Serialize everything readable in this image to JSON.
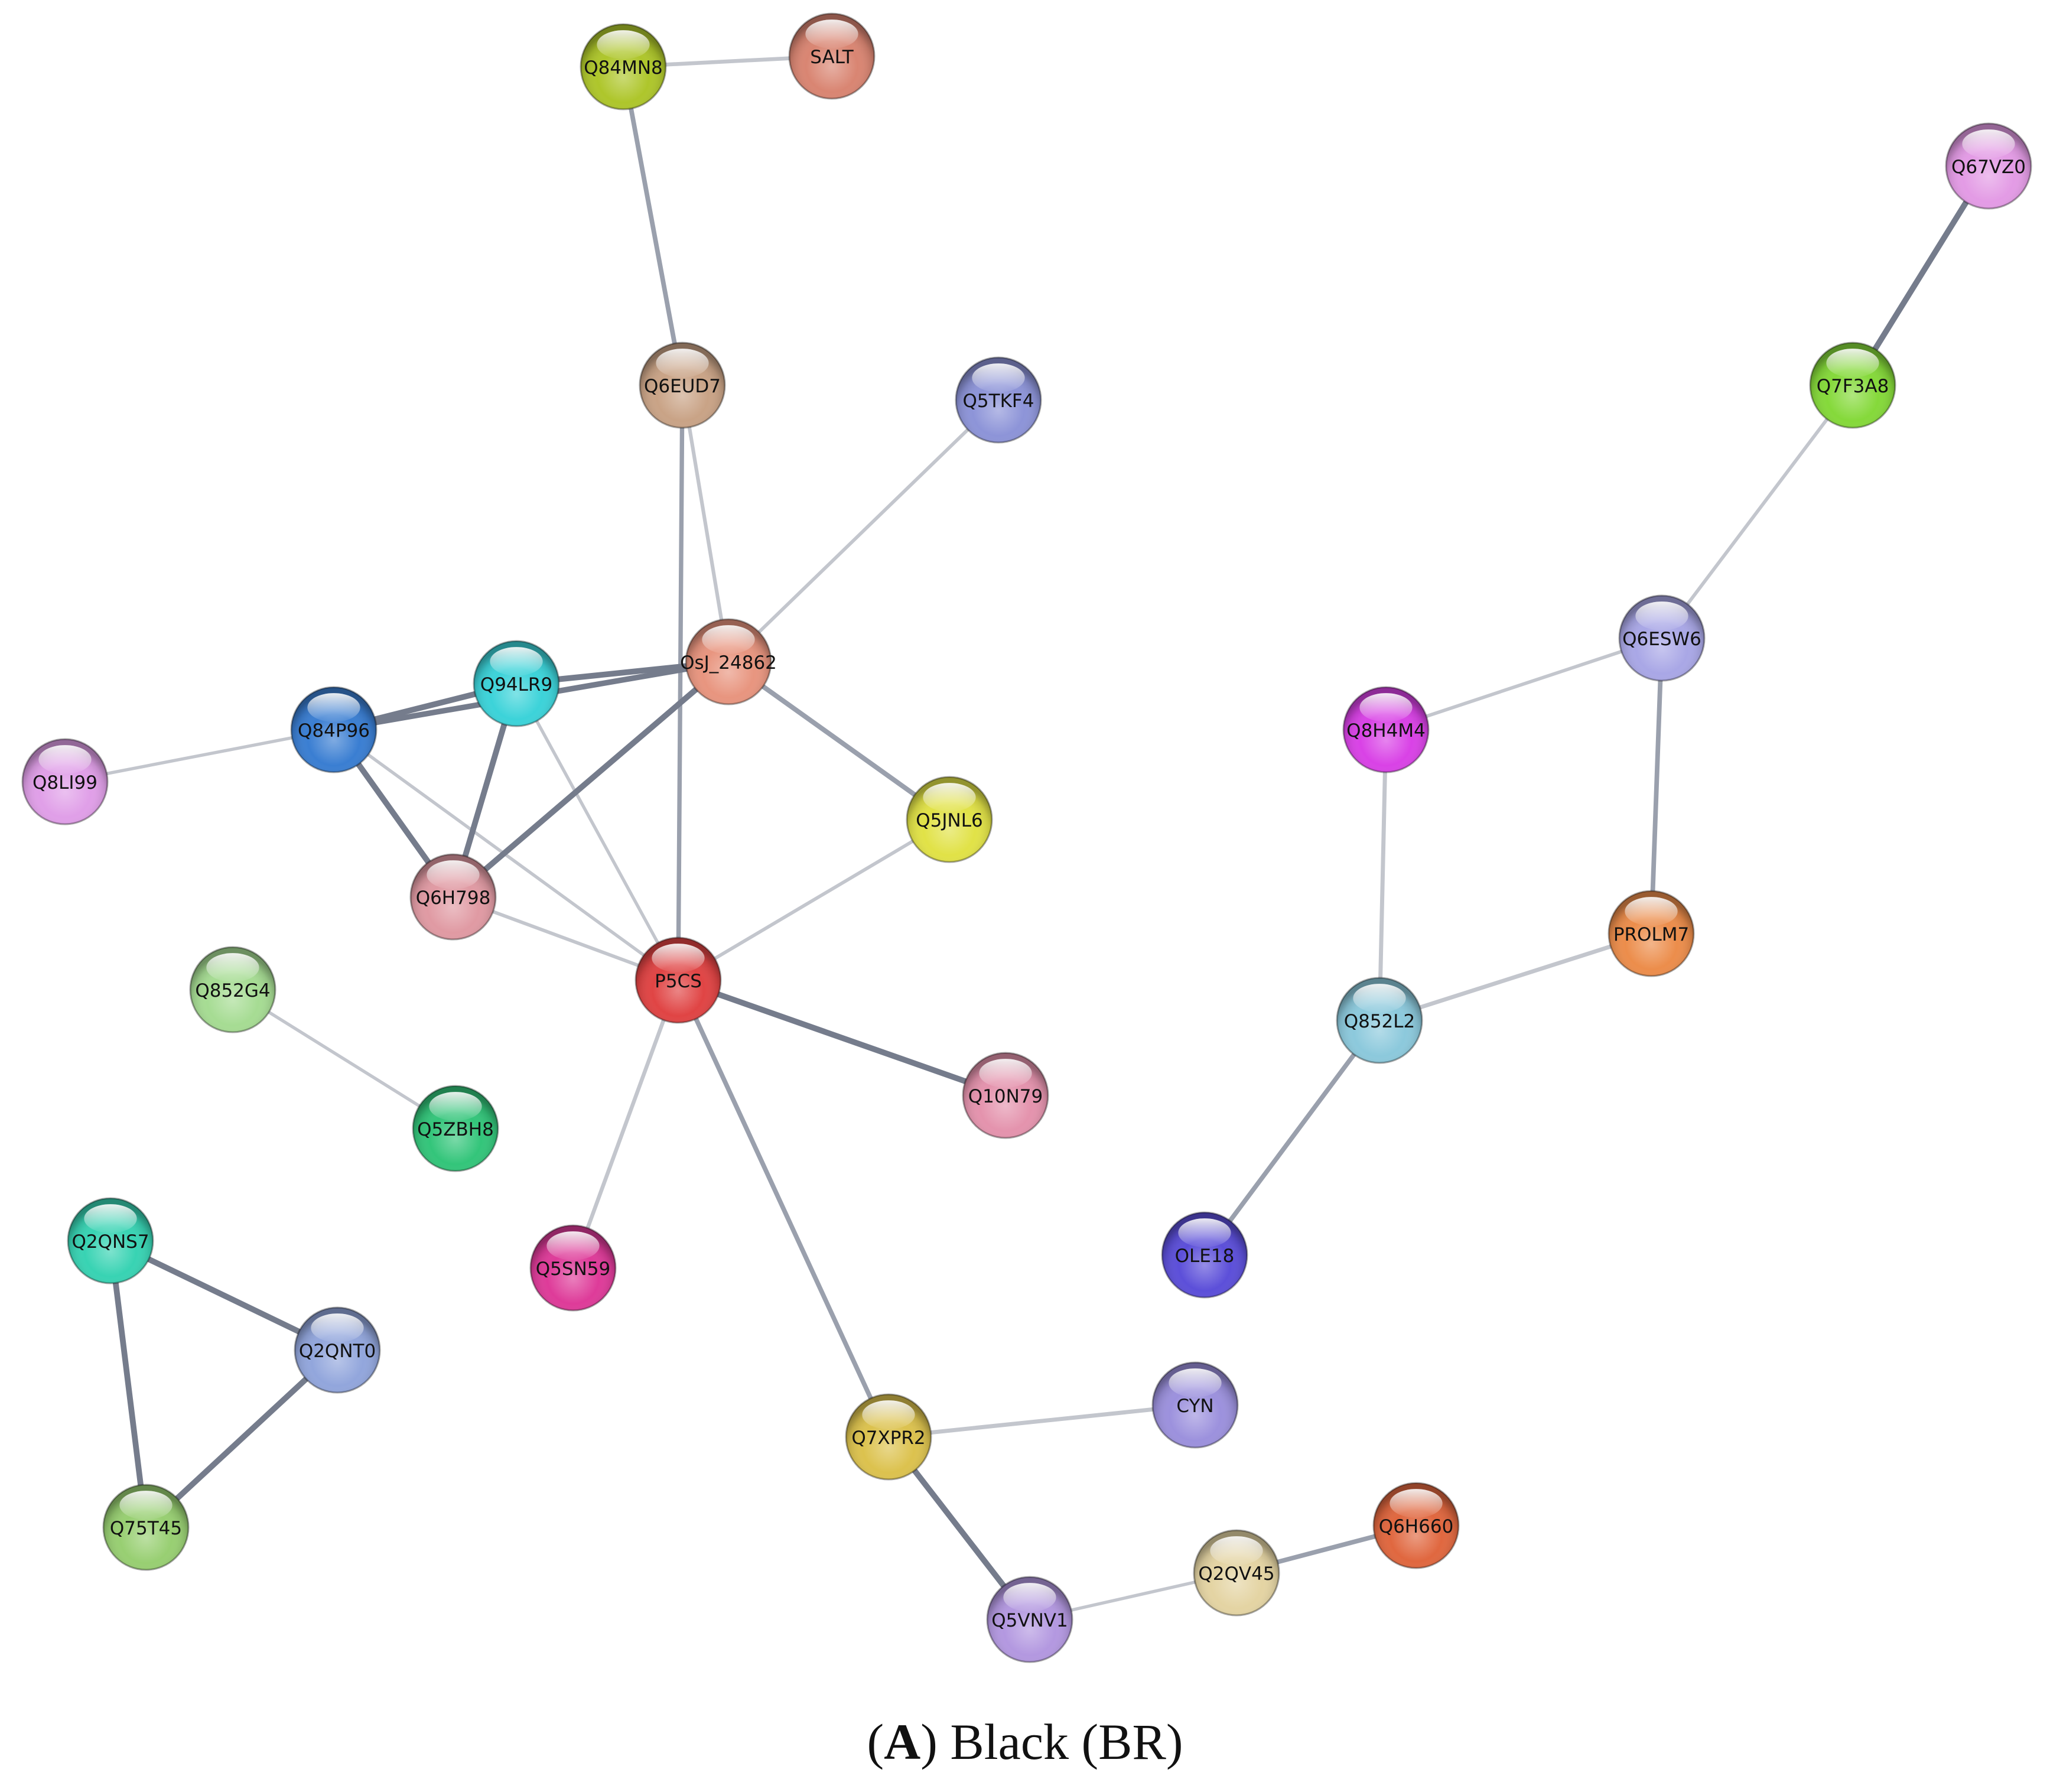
{
  "network": {
    "nodes": [
      {
        "id": "SALT",
        "color": "#d98572"
      },
      {
        "id": "Q84MN8",
        "color": "#aec62b"
      },
      {
        "id": "Q67VZ0",
        "color": "#e39be5"
      },
      {
        "id": "Q7F3A8",
        "color": "#85d93a"
      },
      {
        "id": "Q6EUD7",
        "color": "#c9a386"
      },
      {
        "id": "Q5TKF4",
        "color": "#8d94d8"
      },
      {
        "id": "OsJ_24862",
        "color": "#e8957f"
      },
      {
        "id": "Q94LR9",
        "color": "#3cd3d9"
      },
      {
        "id": "Q84P96",
        "color": "#3a7ed2"
      },
      {
        "id": "Q8LI99",
        "color": "#e09fe8"
      },
      {
        "id": "Q6H798",
        "color": "#e09aa3"
      },
      {
        "id": "Q5JNL6",
        "color": "#e1e247"
      },
      {
        "id": "Q6ESW6",
        "color": "#a9a7e6"
      },
      {
        "id": "Q8H4M4",
        "color": "#d942e6"
      },
      {
        "id": "PROLM7",
        "color": "#ec8d4b"
      },
      {
        "id": "Q852L2",
        "color": "#8cc9dc"
      },
      {
        "id": "P5CS",
        "color": "#e04444"
      },
      {
        "id": "Q852G4",
        "color": "#a6dc93"
      },
      {
        "id": "Q10N79",
        "color": "#e493ad"
      },
      {
        "id": "Q5ZBH8",
        "color": "#33c57a"
      },
      {
        "id": "OLE18",
        "color": "#5c4fd9"
      },
      {
        "id": "Q2QNS7",
        "color": "#38d3b3"
      },
      {
        "id": "Q5SN59",
        "color": "#de3b99"
      },
      {
        "id": "Q2QNT0",
        "color": "#92a6dc"
      },
      {
        "id": "CYN",
        "color": "#9c91dd"
      },
      {
        "id": "Q7XPR2",
        "color": "#dcc24e"
      },
      {
        "id": "Q75T45",
        "color": "#98cf72"
      },
      {
        "id": "Q6H660",
        "color": "#e0673f"
      },
      {
        "id": "Q2QV45",
        "color": "#e4d4a3"
      },
      {
        "id": "Q5VNV1",
        "color": "#b398e0"
      }
    ],
    "edges": [
      {
        "source": "Q84MN8",
        "target": "SALT",
        "weight": 0.45
      },
      {
        "source": "Q84MN8",
        "target": "Q6EUD7",
        "weight": 0.6
      },
      {
        "source": "Q6EUD7",
        "target": "OsJ_24862",
        "weight": 0.4
      },
      {
        "source": "Q6EUD7",
        "target": "P5CS",
        "weight": 0.55
      },
      {
        "source": "Q5TKF4",
        "target": "OsJ_24862",
        "weight": 0.35
      },
      {
        "source": "Q94LR9",
        "target": "OsJ_24862",
        "weight": 0.85
      },
      {
        "source": "Q84P96",
        "target": "OsJ_24862",
        "weight": 0.8
      },
      {
        "source": "Q84P96",
        "target": "Q94LR9",
        "weight": 0.85
      },
      {
        "source": "Q8LI99",
        "target": "Q84P96",
        "weight": 0.3
      },
      {
        "source": "Q84P96",
        "target": "Q6H798",
        "weight": 0.85
      },
      {
        "source": "Q84P96",
        "target": "P5CS",
        "weight": 0.3
      },
      {
        "source": "Q94LR9",
        "target": "Q6H798",
        "weight": 0.85
      },
      {
        "source": "Q94LR9",
        "target": "P5CS",
        "weight": 0.3
      },
      {
        "source": "OsJ_24862",
        "target": "Q6H798",
        "weight": 0.85
      },
      {
        "source": "OsJ_24862",
        "target": "Q5JNL6",
        "weight": 0.65
      },
      {
        "source": "Q6H798",
        "target": "P5CS",
        "weight": 0.35
      },
      {
        "source": "Q5JNL6",
        "target": "P5CS",
        "weight": 0.35
      },
      {
        "source": "P5CS",
        "target": "Q10N79",
        "weight": 0.85
      },
      {
        "source": "P5CS",
        "target": "Q5SN59",
        "weight": 0.45
      },
      {
        "source": "P5CS",
        "target": "Q7XPR2",
        "weight": 0.6
      },
      {
        "source": "Q852G4",
        "target": "Q5ZBH8",
        "weight": 0.3
      },
      {
        "source": "Q2QNS7",
        "target": "Q2QNT0",
        "weight": 0.85
      },
      {
        "source": "Q2QNS7",
        "target": "Q75T45",
        "weight": 0.85
      },
      {
        "source": "Q2QNT0",
        "target": "Q75T45",
        "weight": 0.85
      },
      {
        "source": "Q7XPR2",
        "target": "CYN",
        "weight": 0.5
      },
      {
        "source": "Q7XPR2",
        "target": "Q5VNV1",
        "weight": 0.85
      },
      {
        "source": "Q5VNV1",
        "target": "Q2QV45",
        "weight": 0.3
      },
      {
        "source": "Q2QV45",
        "target": "Q6H660",
        "weight": 0.6
      },
      {
        "source": "Q67VZ0",
        "target": "Q7F3A8",
        "weight": 0.85
      },
      {
        "source": "Q7F3A8",
        "target": "Q6ESW6",
        "weight": 0.35
      },
      {
        "source": "Q6ESW6",
        "target": "Q8H4M4",
        "weight": 0.35
      },
      {
        "source": "Q6ESW6",
        "target": "PROLM7",
        "weight": 0.6
      },
      {
        "source": "Q8H4M4",
        "target": "Q852L2",
        "weight": 0.5
      },
      {
        "source": "PROLM7",
        "target": "Q852L2",
        "weight": 0.5
      },
      {
        "source": "Q852L2",
        "target": "OLE18",
        "weight": 0.6
      }
    ]
  },
  "caption": {
    "letter": "A",
    "text": "Black (BR)"
  }
}
